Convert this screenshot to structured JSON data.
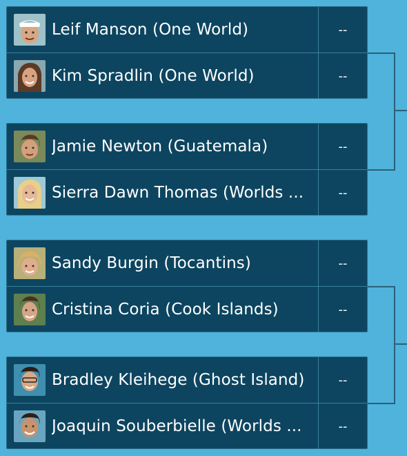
{
  "matchups": [
    {
      "players": [
        {
          "name": "Leif Manson (One World)",
          "score": "--",
          "avatar": "avatar-leif"
        },
        {
          "name": "Kim Spradlin (One World)",
          "score": "--",
          "avatar": "avatar-kim"
        }
      ]
    },
    {
      "players": [
        {
          "name": "Jamie Newton (Guatemala)",
          "score": "--",
          "avatar": "avatar-jamie"
        },
        {
          "name": "Sierra Dawn Thomas (Worlds ...",
          "score": "--",
          "avatar": "avatar-sierra"
        }
      ]
    },
    {
      "players": [
        {
          "name": "Sandy Burgin (Tocantins)",
          "score": "--",
          "avatar": "avatar-sandy"
        },
        {
          "name": "Cristina Coria (Cook Islands)",
          "score": "--",
          "avatar": "avatar-cristina"
        }
      ]
    },
    {
      "players": [
        {
          "name": "Bradley Kleihege (Ghost Island)",
          "score": "--",
          "avatar": "avatar-bradley"
        },
        {
          "name": "Joaquin Souberbielle (Worlds ...",
          "score": "--",
          "avatar": "avatar-joaquin"
        }
      ]
    }
  ],
  "colors": {
    "background": "#4fb3db",
    "card": "#0d4560",
    "line": "#2c5f79"
  }
}
